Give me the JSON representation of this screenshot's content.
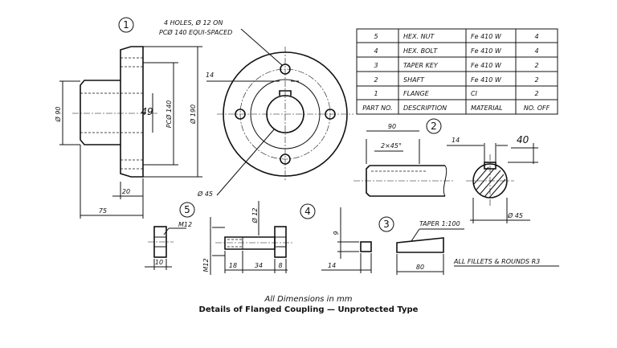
{
  "parts_table": {
    "header": {
      "part_no": "PART NO.",
      "description": "DESCRIPTION",
      "material": "MATERIAL",
      "no_off": "NO. OFF"
    },
    "rows": [
      {
        "part_no": "5",
        "description": "HEX. NUT",
        "material": "Fe 410 W",
        "no_off": "4"
      },
      {
        "part_no": "4",
        "description": "HEX. BOLT",
        "material": "Fe 410 W",
        "no_off": "4"
      },
      {
        "part_no": "3",
        "description": "TAPER  KEY",
        "material": "Fe 410 W",
        "no_off": "2"
      },
      {
        "part_no": "2",
        "description": "SHAFT",
        "material": "Fe 410 W",
        "no_off": "2"
      },
      {
        "part_no": "1",
        "description": "FLANGE",
        "material": "CI",
        "no_off": "2"
      }
    ]
  },
  "part_markers": {
    "flange": "1",
    "shaft": "2",
    "key": "3",
    "bolt": "4",
    "nut": "5"
  },
  "flange": {
    "holes_note_1": "4 HOLES, Ø 12      ON",
    "holes_note_2": "PCØ 140 EQUI-SPACED",
    "dim_90": "Ø 90",
    "dim_49": "49",
    "dim_pcd": "PCØ 140",
    "dim_190": "Ø 190",
    "dim_20": "20",
    "dim_75": "75",
    "dim_14": "14",
    "dim_45": "Ø 45"
  },
  "shaft": {
    "dim_90": "90",
    "chamfer": "2×45°",
    "dim_14": "14",
    "dim_40": "40",
    "dim_45": "Ø 45"
  },
  "nut": {
    "thread": "M12",
    "dim_10": "10"
  },
  "bolt": {
    "dim_12": "Ø 12",
    "thread": "M12",
    "dim_18": "18",
    "dim_34": "34",
    "dim_8": "8"
  },
  "key": {
    "dim_9": "9",
    "dim_14": "14",
    "taper": "TAPER 1:100",
    "dim_80": "80"
  },
  "notes": {
    "fillets": "ALL FILLETS & ROUNDS R3"
  },
  "caption": {
    "line1": "All Dimensions in mm",
    "line2": "Details of Flanged Coupling — Unprotected Type"
  }
}
